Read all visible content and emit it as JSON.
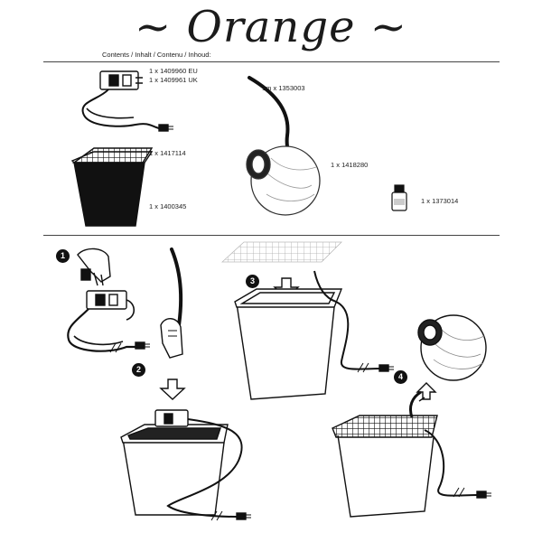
{
  "header": {
    "title": "~ Orange ~",
    "contents_label": "Contents / Inhalt / Contenu / Inhoud:"
  },
  "parts": {
    "transformer_eu": "1 x 1409960 EU",
    "transformer_uk": "1 x 1409961 UK",
    "cable": "1m x 1353003",
    "grid": "1 x 1417114",
    "basin": "1 x 1400345",
    "orange_sphere": "1 x 1418280",
    "bottle": "1 x 1373014"
  },
  "steps": [
    "1",
    "2",
    "3",
    "4"
  ],
  "colors": {
    "ink": "#111111",
    "rule": "#444444",
    "background": "#ffffff"
  }
}
